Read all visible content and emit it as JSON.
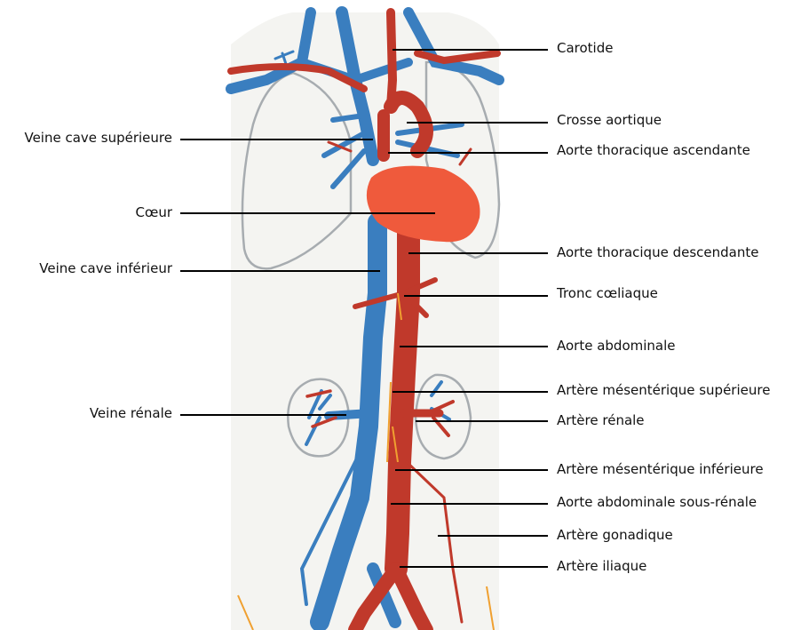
{
  "labels_left": [
    {
      "id": "veine-cave-superieure",
      "text": "Veine cave supérieure"
    },
    {
      "id": "coeur",
      "text": "Cœur"
    },
    {
      "id": "veine-cave-inferieur",
      "text": "Veine cave inférieur"
    },
    {
      "id": "veine-renale",
      "text": "Veine rénale"
    }
  ],
  "labels_right": [
    {
      "id": "carotide",
      "text": "Carotide"
    },
    {
      "id": "crosse-aortique",
      "text": "Crosse aortique"
    },
    {
      "id": "aorte-thoracique-ascendante",
      "text": "Aorte thoracique ascendante"
    },
    {
      "id": "aorte-thoracique-descendante",
      "text": "Aorte thoracique descendante"
    },
    {
      "id": "tronc-coeliaque",
      "text": "Tronc cœliaque"
    },
    {
      "id": "aorte-abdominale",
      "text": "Aorte abdominale"
    },
    {
      "id": "artere-mesenterique-superieure",
      "text": "Artère mésentérique supérieure"
    },
    {
      "id": "artere-renale",
      "text": "Artère rénale"
    },
    {
      "id": "artere-mesenterique-inferieure",
      "text": "Artère mésentérique inférieure"
    },
    {
      "id": "aorte-abdominale-sous-renale",
      "text": "Aorte abdominale sous-rénale"
    },
    {
      "id": "artere-gonadique",
      "text": "Artère gonadique"
    },
    {
      "id": "artere-iliaque",
      "text": "Artère iliaque"
    }
  ],
  "colors": {
    "artery": "#c0392b",
    "vein": "#3a7ebf",
    "heart": "#ef5a3c",
    "organ_outline": "#9aa0a6",
    "background_panel": "#f4f4f1",
    "nerve": "#f0a030"
  }
}
